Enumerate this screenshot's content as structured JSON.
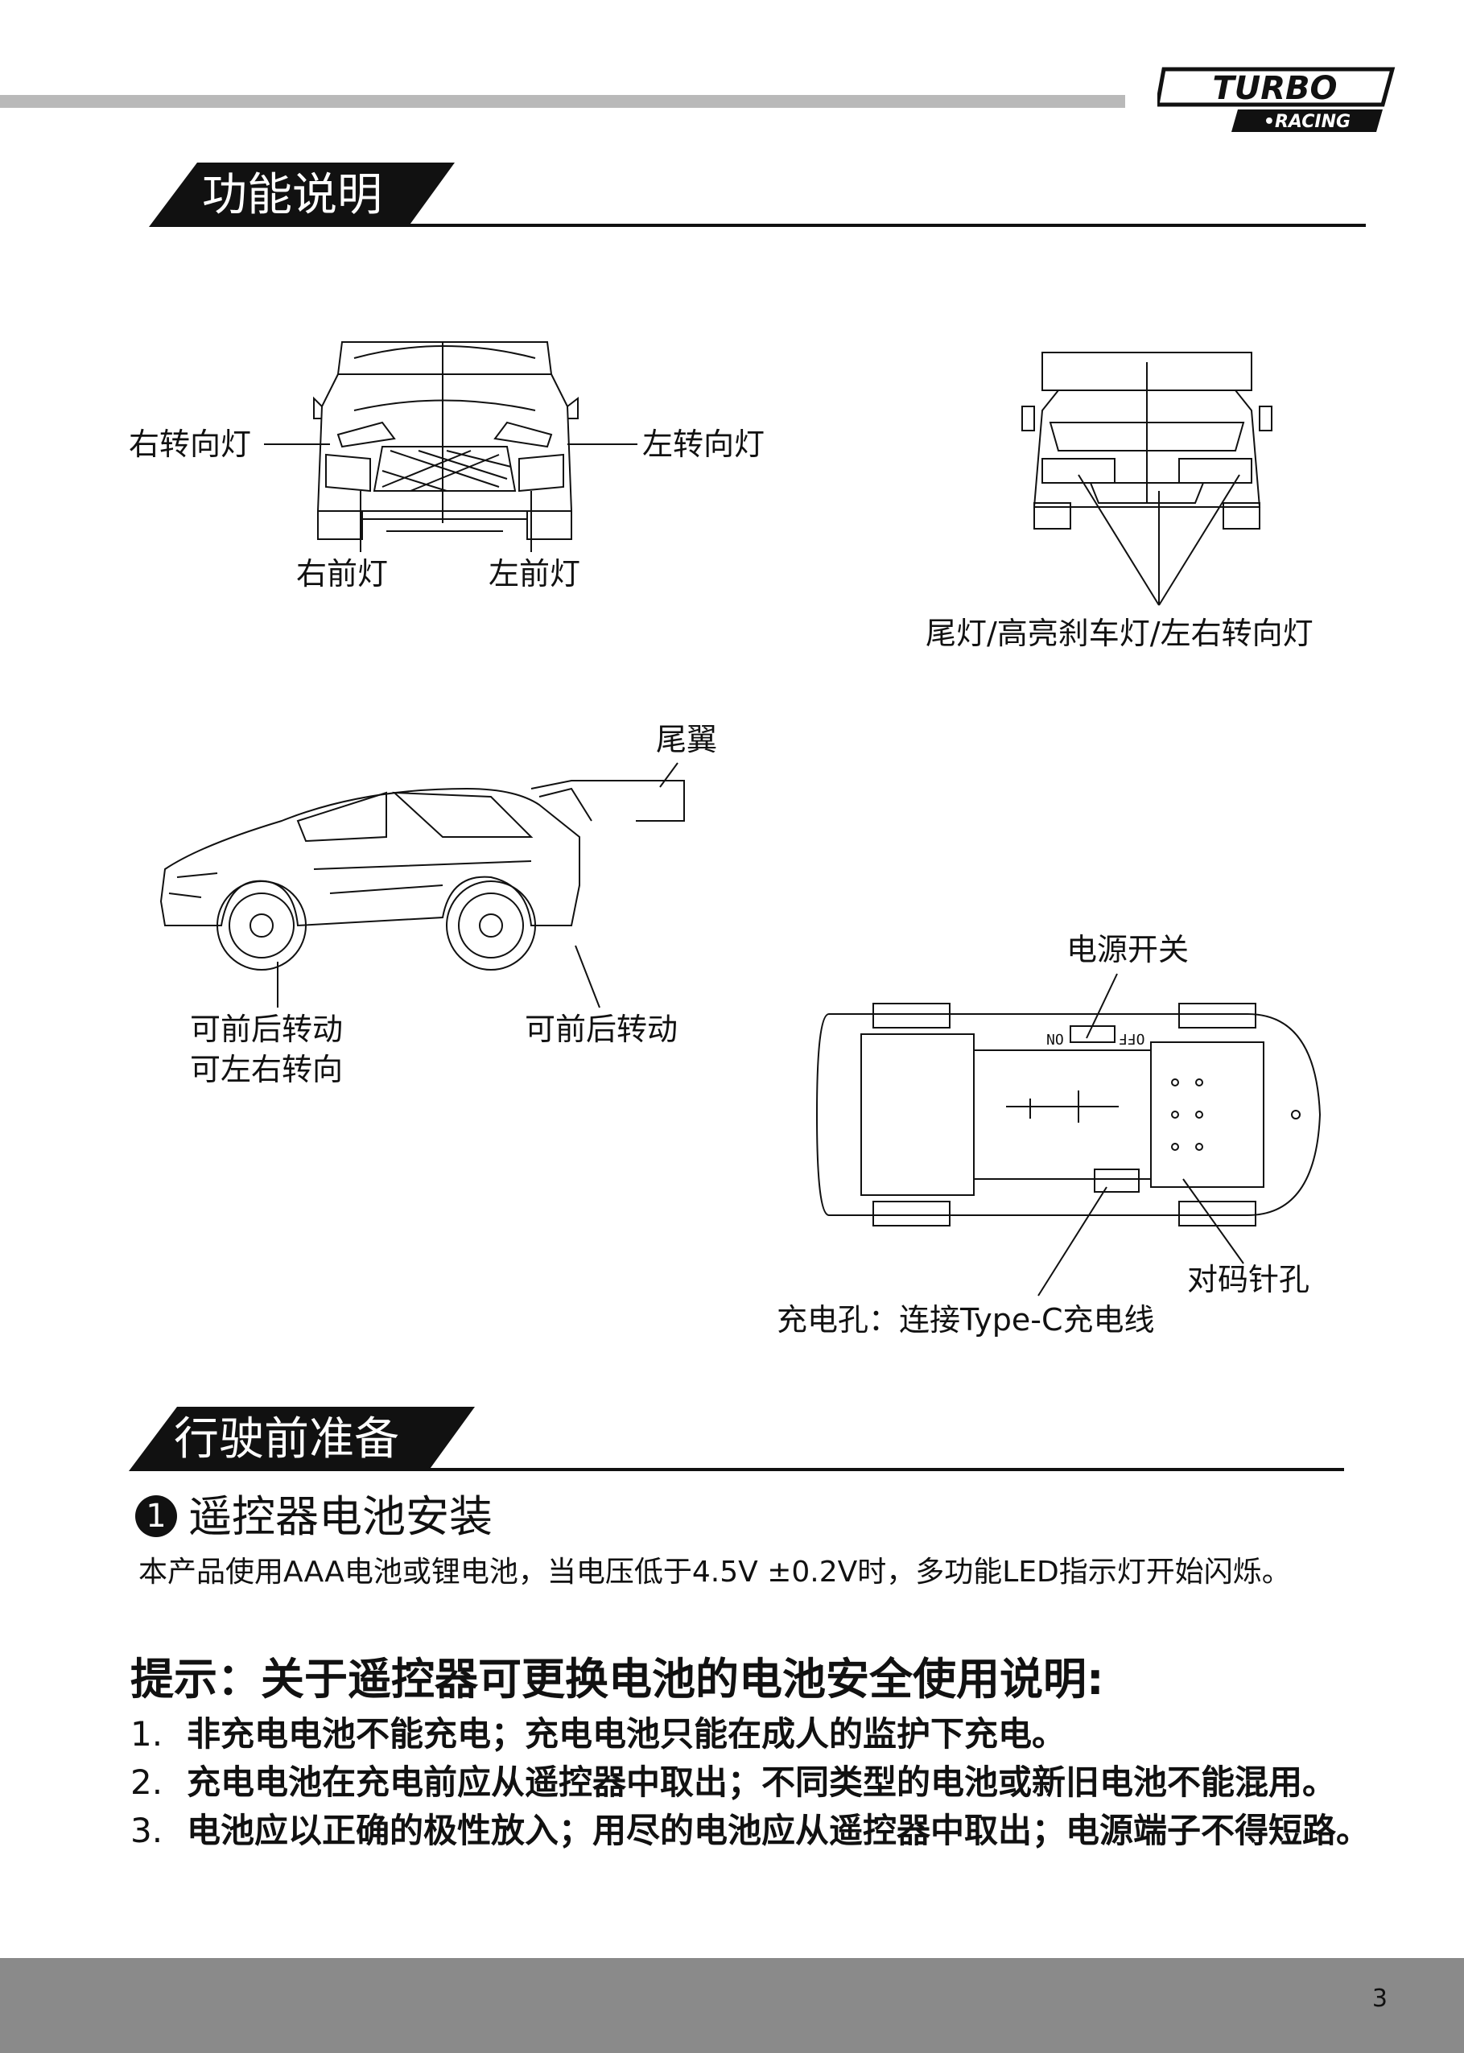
{
  "brand": {
    "logo_line1": "TURBO",
    "logo_line2": "•RACING"
  },
  "sections": {
    "functions": {
      "title": "功能说明"
    },
    "prep": {
      "title": "行驶前准备"
    }
  },
  "labels": {
    "right_turn_light": "右转向灯",
    "left_turn_light": "左转向灯",
    "right_headlight": "右前灯",
    "left_headlight": "左前灯",
    "tail_lights": "尾灯/高亮刹车灯/左右转向灯",
    "spoiler": "尾翼",
    "front_wheel_1": "可前后转动",
    "front_wheel_2": "可左右转向",
    "rear_wheel": "可前后转动",
    "power_switch": "电源开关",
    "switch_off": "OFF",
    "switch_on": "ON",
    "pairing_hole": "对码针孔",
    "charge_port": "充电孔：连接Type-C充电线"
  },
  "battery": {
    "step": "1",
    "title": "遥控器电池安装",
    "text": "本产品使用AAA电池或锂电池，当电压低于4.5V ±0.2V时，多功能LED指示灯开始闪烁。"
  },
  "tips": {
    "title": "提示：关于遥控器可更换电池的电池安全使用说明:",
    "items": [
      {
        "num": "1.",
        "text": "非充电电池不能充电；充电电池只能在成人的监护下充电。"
      },
      {
        "num": "2.",
        "text": "充电电池在充电前应从遥控器中取出；不同类型的电池或新旧电池不能混用。"
      },
      {
        "num": "3.",
        "text": "电池应以正确的极性放入；用尽的电池应从遥控器中取出；电源端子不得短路。"
      }
    ]
  },
  "page_number": "3"
}
